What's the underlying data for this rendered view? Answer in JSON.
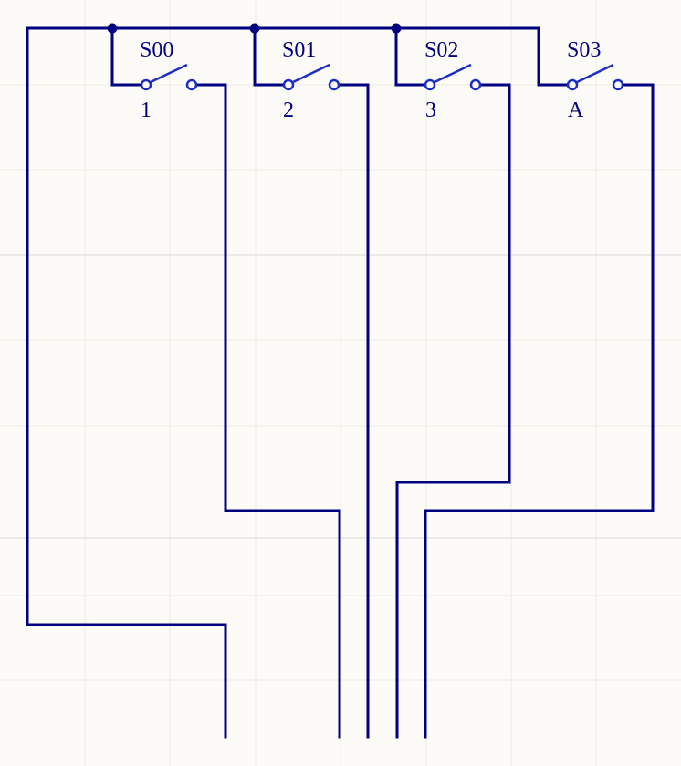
{
  "colors": {
    "background": "#fdfbf7",
    "grid_major": "#dcdad4",
    "grid_minor": "#ecebe6",
    "wire": "#000080",
    "switch": "#1c2fc4",
    "junction": "#000080"
  },
  "switches": [
    {
      "designator": "S00",
      "key": "1"
    },
    {
      "designator": "S01",
      "key": "2"
    },
    {
      "designator": "S02",
      "key": "3"
    },
    {
      "designator": "S03",
      "key": "A"
    }
  ]
}
